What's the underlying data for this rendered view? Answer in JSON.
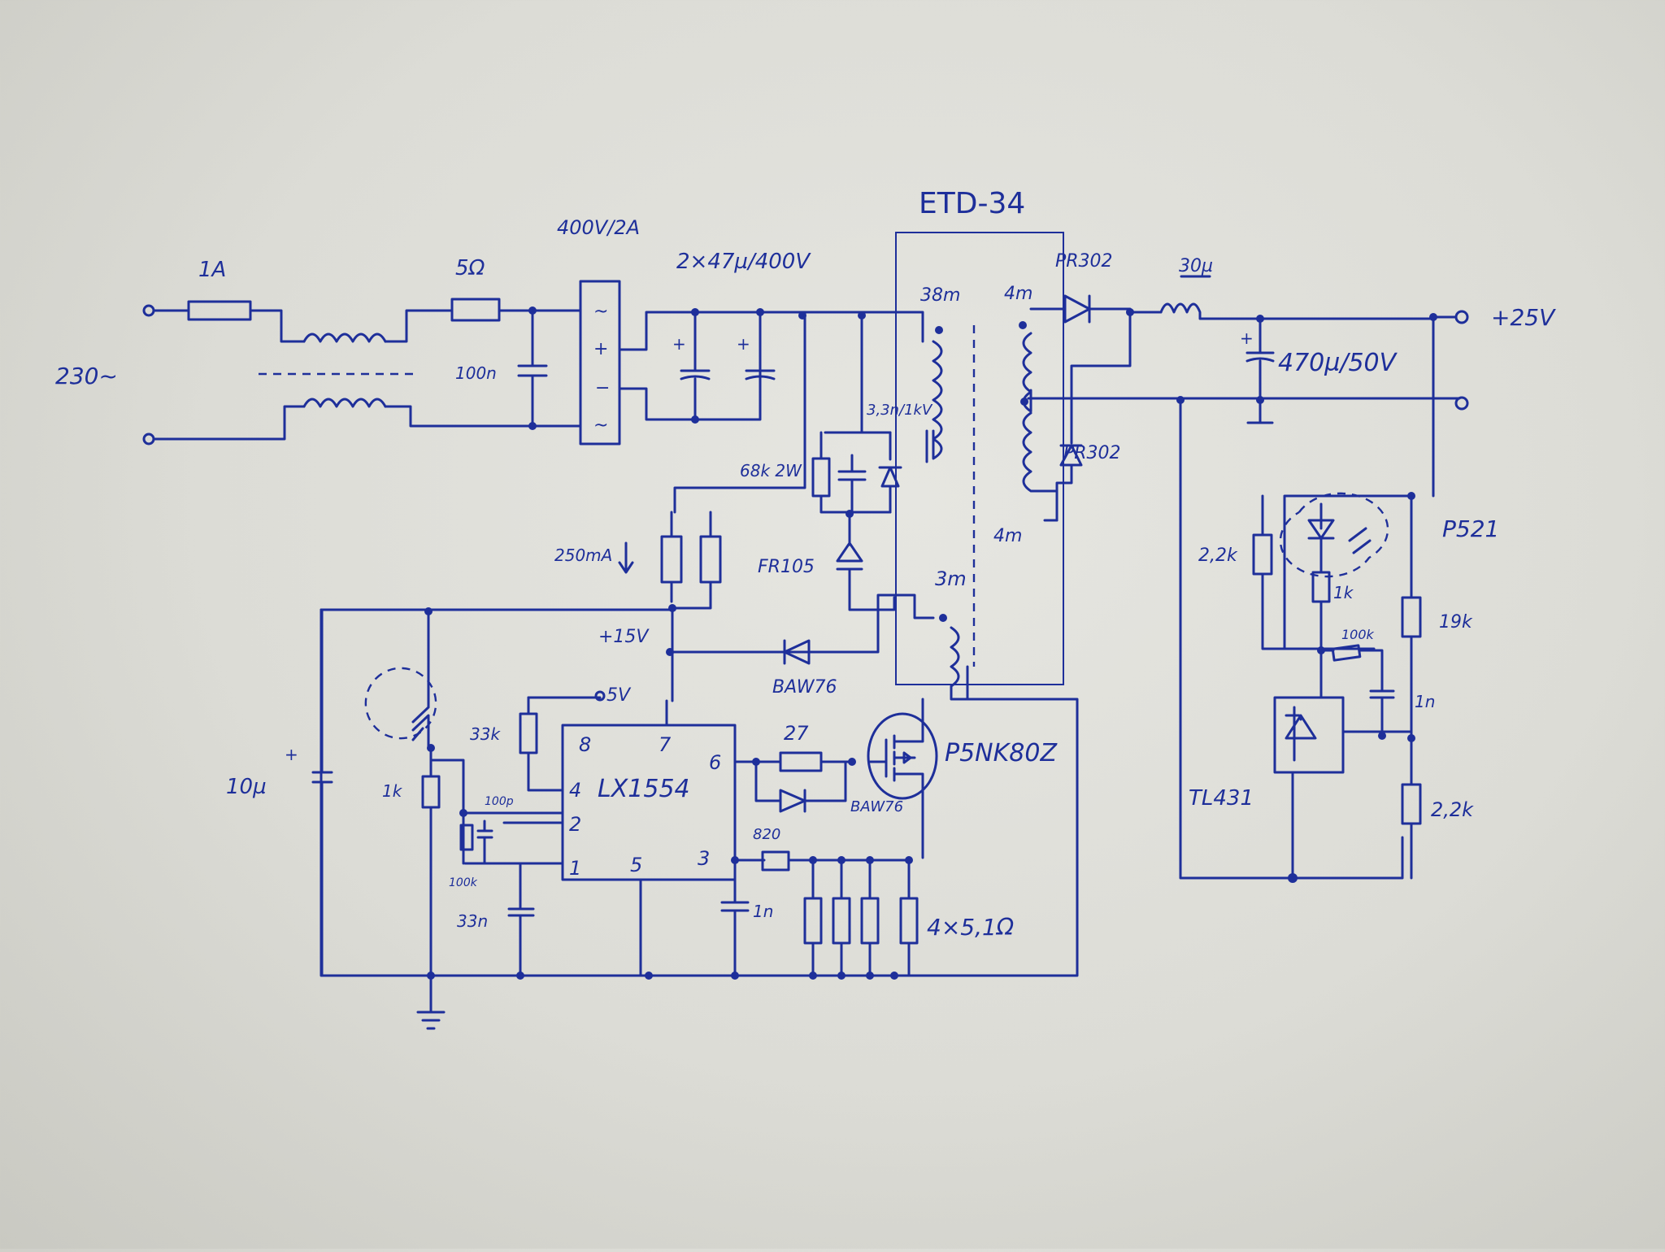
{
  "labels": {
    "fuse": "1A",
    "mains": "230~",
    "ntc": "5Ω",
    "rectifier": "400V/2A",
    "bulk_caps": "2×47µ/400V",
    "x_cap": "100n",
    "transformer": "ETD-34",
    "prim_winding": "38m",
    "sec_winding_top": "4m",
    "sec_winding_bot": "4m",
    "aux_winding": "3m",
    "snubber_cap": "3,3n/1kV",
    "snubber_diode": "FR105",
    "diode1": "PR302",
    "diode2": "PR302",
    "out_choke": "30µ",
    "out_cap": "470µ/50V",
    "out_voltage": "+25V",
    "startup_res": "68k 2W",
    "startup_current": "250mA",
    "v15": "+15V",
    "aux_diode": "BAW76",
    "mosfet": "P5NK80Z",
    "gate_res": "27",
    "gate_diode": "BAW76",
    "ic": "LX1554",
    "pin8": "8",
    "pin7": "7",
    "pin6": "6",
    "pin4": "4",
    "pin2": "2",
    "pin1": "1",
    "pin5": "5",
    "pin3": "3",
    "vref": "5V",
    "r33k": "33k",
    "c100p": "100p",
    "r100k": "100k",
    "c33n": "33n",
    "c10u": "10µ",
    "r1k": "1k",
    "r820": "820",
    "c1n_cs": "1n",
    "sense_res": "4×5,1Ω",
    "opto": "P521",
    "r2k2_led": "2,2k",
    "r1k_led": "1k",
    "r100k_fb": "100k",
    "r19k": "19k",
    "c1n_fb": "1n",
    "tl431": "TL431",
    "r2k2_bot": "2,2k"
  },
  "colors": {
    "ink": "#1e2f9a",
    "paper": "#dcdcd6"
  }
}
